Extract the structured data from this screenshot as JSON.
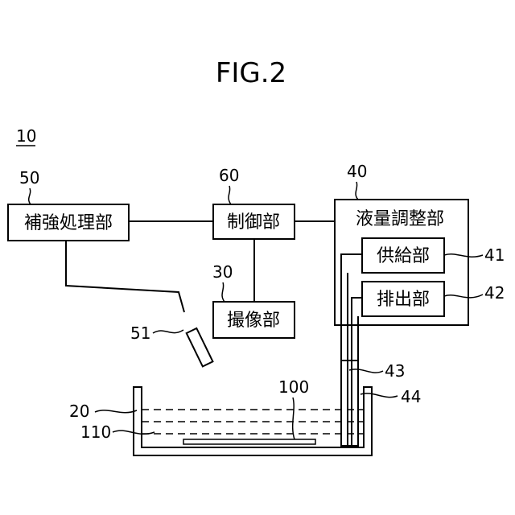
{
  "figure": {
    "title": "FIG.2",
    "system_ref": "10"
  },
  "blocks": {
    "reinforcement_unit": {
      "label": "補強処理部",
      "ref": "50"
    },
    "control_unit": {
      "label": "制御部",
      "ref": "60"
    },
    "liquid_adjust_unit": {
      "label": "液量調整部",
      "ref": "40"
    },
    "supply_unit": {
      "label": "供給部",
      "ref": "41"
    },
    "discharge_unit": {
      "label": "排出部",
      "ref": "42"
    },
    "imaging_unit": {
      "label": "撮像部",
      "ref": "30"
    }
  },
  "parts": {
    "nozzle_ref": "51",
    "tank_ref": "20",
    "liquid_ref": "110",
    "object_ref": "100",
    "supply_pipe_ref": "43",
    "discharge_pipe_ref": "44"
  }
}
